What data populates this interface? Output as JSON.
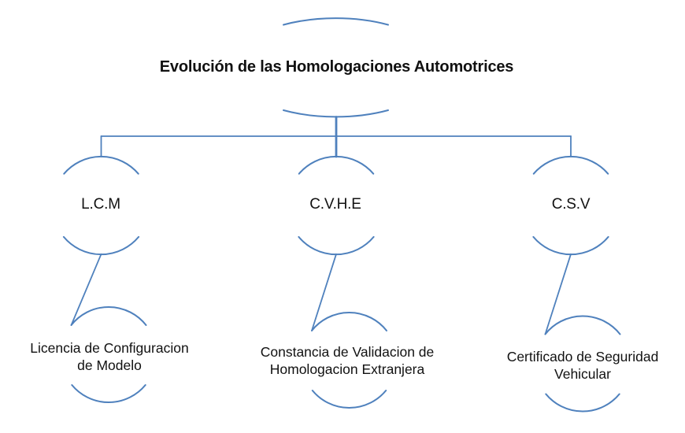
{
  "diagram": {
    "title": "Evolución de las Homologaciones Automotrices",
    "accent_color": "#4f81bd",
    "text_color": "#111111",
    "root": {
      "label": "Evolución de las Homologaciones Automotrices"
    },
    "nodes": [
      {
        "abbr": "L.C.M",
        "full_line1": "Licencia de Configuracion",
        "full_line2": "de Modelo"
      },
      {
        "abbr": "C.V.H.E",
        "full_line1": "Constancia de Validacion de",
        "full_line2": "Homologacion Extranjera"
      },
      {
        "abbr": "C.S.V",
        "full_line1": "Certificado de Seguridad",
        "full_line2": "Vehicular"
      }
    ]
  }
}
